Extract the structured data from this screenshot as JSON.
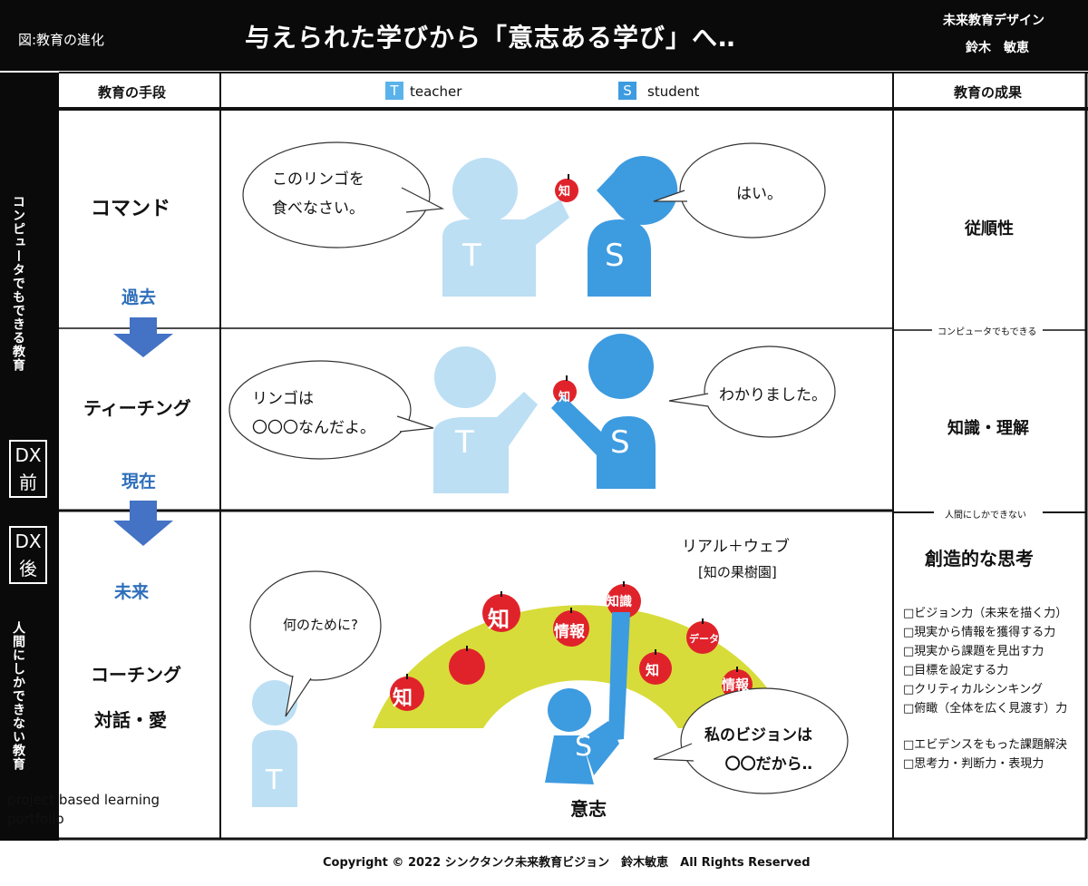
{
  "header": {
    "fig_label": "図:教育の進化",
    "title": "与えられた学びから「意志ある学び」へ‥",
    "org": "未来教育デザイン",
    "author": "鈴木　敏恵"
  },
  "columns": {
    "means": "教育の手段",
    "teacher_badge": "T",
    "teacher_label": "teacher",
    "student_badge": "S",
    "student_label": "student",
    "result": "教育の成果"
  },
  "left_bar": {
    "top_vertical": "コンピュータでもできる教育",
    "dx_before": [
      "DX",
      "前"
    ],
    "dx_after": [
      "DX",
      "後"
    ],
    "bottom_vertical": "人間にしかできない教育"
  },
  "rows": {
    "command": {
      "label": "コマンド",
      "speech_left": [
        "このリンゴを",
        "食べなさい。"
      ],
      "speech_right": "はい。",
      "apple_text": "知",
      "result": "従順性",
      "era": "過去"
    },
    "teaching": {
      "label": "ティーチング",
      "speech_left": [
        "リンゴは",
        "〇〇〇なんだよ。"
      ],
      "speech_right": "わかりました。",
      "apple_text": "知",
      "result": "知識・理解",
      "era": "現在"
    },
    "coaching": {
      "era": "未来",
      "label1": "コーチング",
      "label2": "対話・愛",
      "pbl": [
        "project based learning",
        "portfolio"
      ],
      "speech_left": "何のために?",
      "speech_right": [
        "私のビジョンは",
        "〇〇だから‥"
      ],
      "orchard_title": "リアル＋ウェブ",
      "orchard_sub": "[知の果樹園]",
      "apples": [
        "知",
        "",
        "知",
        "情報",
        "知識",
        "知",
        "データ",
        "情報"
      ],
      "will_label": "意志",
      "result_title": "創造的な思考",
      "checklist_a": [
        "□ビジョン力（未来を描く力）",
        "□現実から情報を獲得する力",
        "□現実から課題を見出す力",
        "□目標を設定する力",
        "□クリティカルシンキング",
        "□俯瞰（全体を広く見渡す）力"
      ],
      "checklist_b": [
        "□エビデンスをもった課題解決",
        "□思考力・判断力・表現力"
      ]
    }
  },
  "dividers": {
    "computer": "コンピュータでもできる",
    "human": "人間にしかできない"
  },
  "footer": "Copyright  © 2022  シンクタンク未来教育ビジョン　鈴木敏恵　All Rights Reserved",
  "colors": {
    "teacher": "#bcdff4",
    "student": "#3d9be0",
    "apple": "#e0232b",
    "orchard": "#d7dc3a",
    "arrow": "#4472c4",
    "accent_text": "#2f6fba"
  }
}
